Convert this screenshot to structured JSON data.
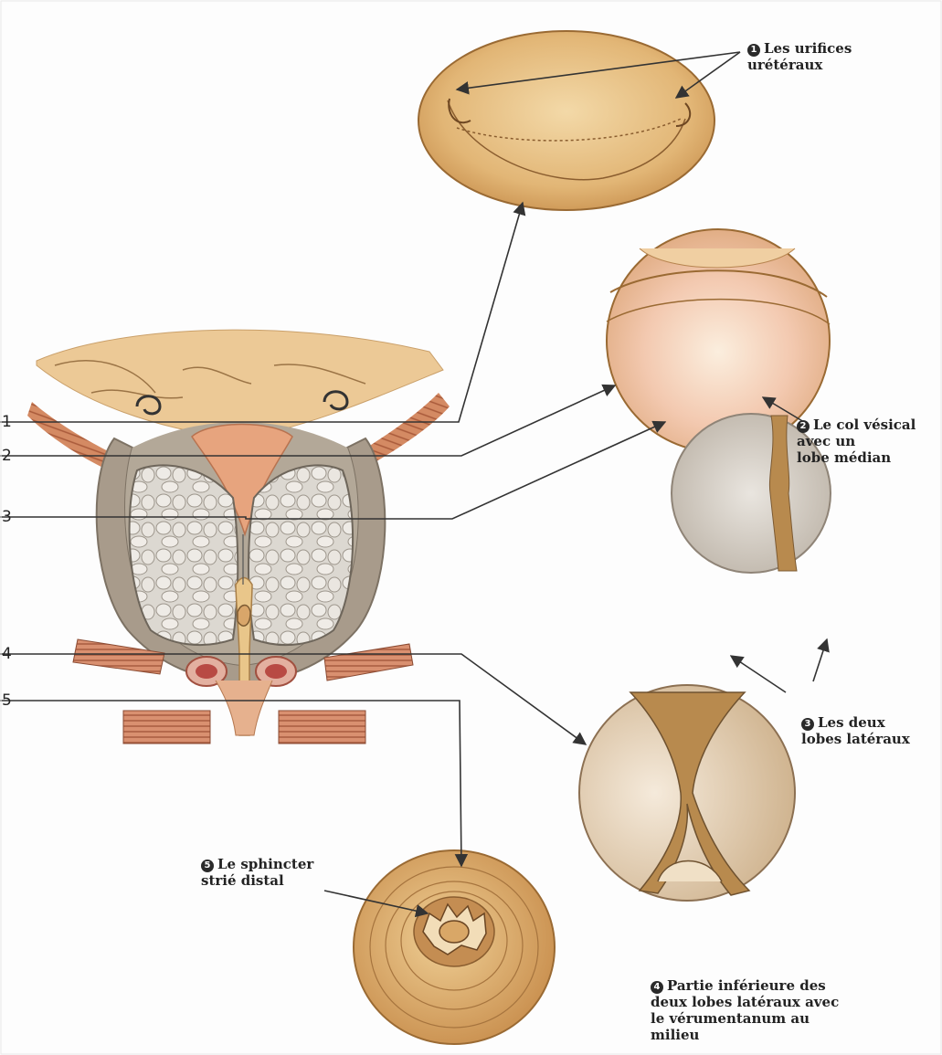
{
  "levels": [
    "1",
    "2",
    "3",
    "4",
    "5"
  ],
  "captions": {
    "c1": {
      "num": "1",
      "text": "Les urifices\nurétéraux"
    },
    "c2": {
      "num": "2",
      "text": "Le col vésical\navec un\nlobe médian"
    },
    "c3": {
      "num": "3",
      "text": "Les deux\nlobes latéraux"
    },
    "c4": {
      "num": "4",
      "text": "Partie inférieure des\ndeux  lobes latéraux avec\nle  vérumentanum au\nmilieu"
    },
    "c5": {
      "num": "5",
      "text": "Le sphincter\nstrié distal"
    }
  },
  "colors": {
    "tissue": "#e9c58e",
    "tissue_dark": "#c99a5c",
    "capsule": "#a99c8c",
    "lobe": "#dcd8d2",
    "muscle": "#c4764f",
    "urethra": "#e8c588",
    "line": "#333333"
  }
}
